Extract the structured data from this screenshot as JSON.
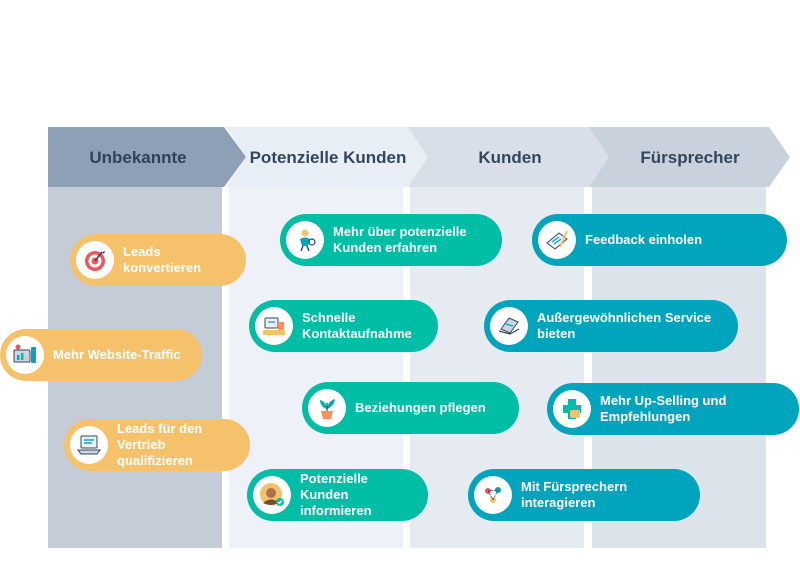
{
  "stages": [
    {
      "label": "Unbekannte"
    },
    {
      "label": "Potenzielle Kunden"
    },
    {
      "label": "Kunden"
    },
    {
      "label": "Fürsprecher"
    }
  ],
  "colors": {
    "orange": "#f5c26b",
    "teal": "#00bda5",
    "blue": "#00a4bd",
    "stage_text": "#33475b"
  },
  "actions": {
    "leads_konvertieren": {
      "label": "Leads konvertieren",
      "icon": "target-icon"
    },
    "website_traffic": {
      "label": "Mehr Website-Traffic",
      "icon": "analytics-icon"
    },
    "leads_qualifizieren": {
      "label": "Leads für den Vertrieb qualifizieren",
      "icon": "laptop-checklist-icon"
    },
    "kunden_erfahren": {
      "label": "Mehr über potenzielle Kunden erfahren",
      "icon": "person-research-icon"
    },
    "kontaktaufnahme": {
      "label": "Schnelle Kontaktaufnahme",
      "icon": "desk-phone-icon"
    },
    "beziehungen": {
      "label": "Beziehungen pflegen",
      "icon": "plant-icon"
    },
    "informieren": {
      "label": "Potenzielle Kunden informieren",
      "icon": "avatar-check-icon"
    },
    "feedback": {
      "label": "Feedback einholen",
      "icon": "clipboard-pen-icon"
    },
    "service": {
      "label": "Außergewöhnlichen Service bieten",
      "icon": "laptop-service-icon"
    },
    "upselling": {
      "label": "Mehr Up-Selling und Empfehlungen",
      "icon": "handshake-icon"
    },
    "fuersprecher": {
      "label": "Mit Fürsprechern interagieren",
      "icon": "people-network-icon"
    }
  }
}
